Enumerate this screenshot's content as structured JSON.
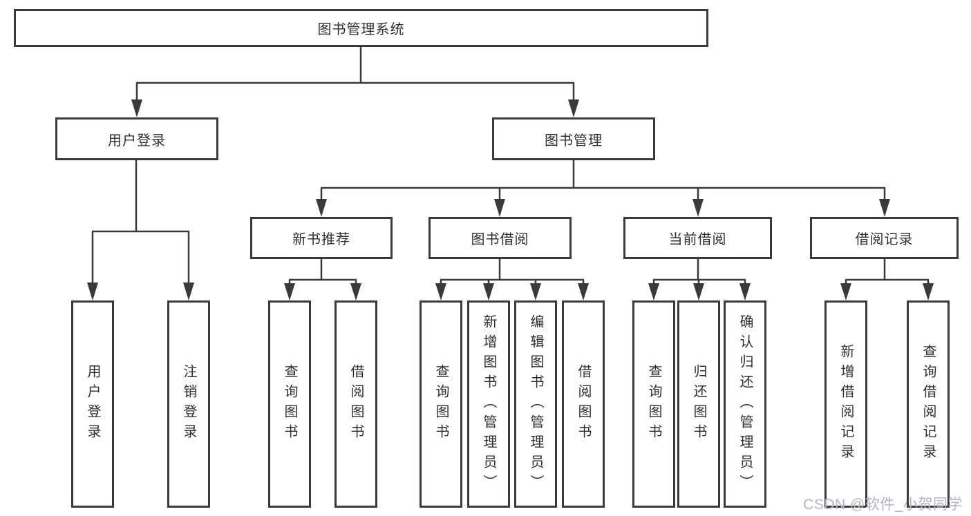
{
  "diagram": {
    "title": "图书管理系统",
    "watermark": "CSDN @软件_小贺同学",
    "level2": {
      "user_login": "用户登录",
      "book_management": "图书管理"
    },
    "level3": {
      "new_book_recommend": "新书推荐",
      "book_borrow": "图书借阅",
      "current_borrow": "当前借阅",
      "borrow_records": "借阅记录"
    },
    "leaves": {
      "user_login": "用户登录",
      "logout": "注销登录",
      "recommend_query_books": "查询图书",
      "recommend_borrow_books": "借阅图书",
      "borrow_query_books": "查询图书",
      "borrow_add_book_admin": "新增图书（管理员）",
      "borrow_edit_book_admin": "编辑图书（管理员）",
      "borrow_borrow_books": "借阅图书",
      "current_query_books": "查询图书",
      "current_return_books": "归还图书",
      "current_confirm_return_admin": "确认归还（管理员）",
      "records_add_record": "新增借阅记录",
      "records_query_record": "查询借阅记录"
    },
    "colors": {
      "line": "#3a3a3a",
      "text": "#2f2f2f",
      "watermark": "#b2b5c2",
      "background": "#ffffff"
    }
  }
}
